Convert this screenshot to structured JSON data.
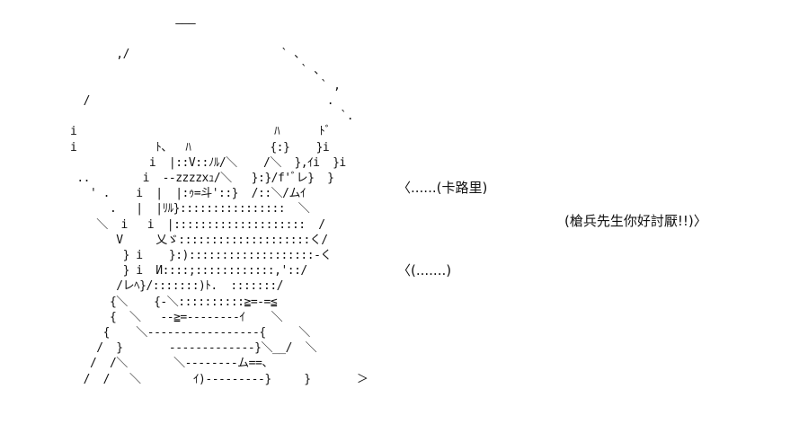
{
  "art": {
    "lines": [
      "                ―――",
      "",
      "       ,/                       ` 、",
      "                                   ` 、",
      "                                      ` ,",
      "  /                                    .",
      "                                         `.",
      "i                              ﾊ      ﾄﾞ",
      "i            ﾄ、  ﾊ            {:}    }i",
      "            i  |::V::ﾉﾙ/＼    /＼  },ｲi  }i",
      " ..        i  --zzzzxｭ/＼   }:}/f'ﾞレ}  }",
      "   ' .    i  |  |:ｩ=斗'::}  /::＼/ムｲ",
      "      .   |  |ﾘﾙ}::::::::::::::::  ＼",
      "    ＼  i   i  |::::::::::::::::::::  /",
      "       V     乂ゞ::::::::::::::::::::く/",
      "        } i    }:):::::::::::::::::::-く",
      "        } i  И::::;::::::::::::,'::/",
      "       /レﾍ}/:::::::)ﾄ.  :::::::/",
      "      {＼    {-＼::::::::::≧=-=≦",
      "      {  ＼   --≧=--------ｲ    ＼",
      "     {    ＼-----------------{     ＼",
      "    /  }       -------------}＼__/  ＼",
      "   /  /＼       ＼--------ム==、",
      "  /  /   ＼        ｲ)---------}     }       ＞"
    ]
  },
  "dialogue": {
    "line1": "〈......(卡路里)",
    "line2": "(槍兵先生你好討厭!!)〉",
    "line3": "〈(.......)"
  }
}
